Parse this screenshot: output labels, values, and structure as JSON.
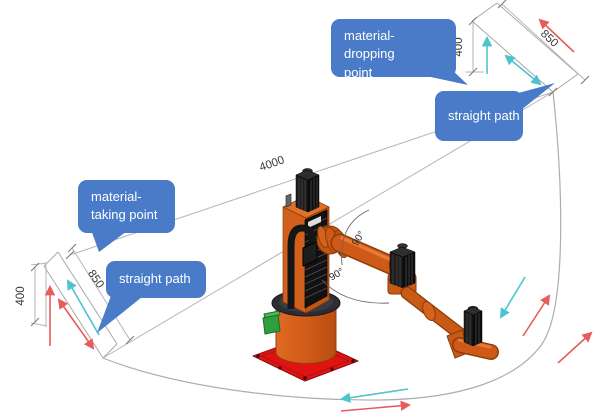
{
  "diagram": {
    "type": "robot-motion-path-diagram",
    "callouts": {
      "dropping": {
        "line1": "material-dropping",
        "line2": "point"
      },
      "straight_top": {
        "label": "straight path"
      },
      "taking": {
        "line1": "material-",
        "line2": "taking point"
      },
      "straight_left": {
        "label": "straight path"
      }
    },
    "dimensions": {
      "drop_height": "400",
      "drop_diagonal": "850",
      "span": "4000",
      "take_height": "400",
      "take_diagonal": "850"
    },
    "angles": {
      "elbow": "90°",
      "shoulder": "90°"
    },
    "colors": {
      "callout_blue": "#4a7bc8",
      "arrow_red": "#e85b5b",
      "arrow_teal": "#4cc3cd",
      "robot_orange": "#cc5a18",
      "base_plate_red": "#e01313",
      "construction_gray": "#b5b5b5"
    }
  }
}
